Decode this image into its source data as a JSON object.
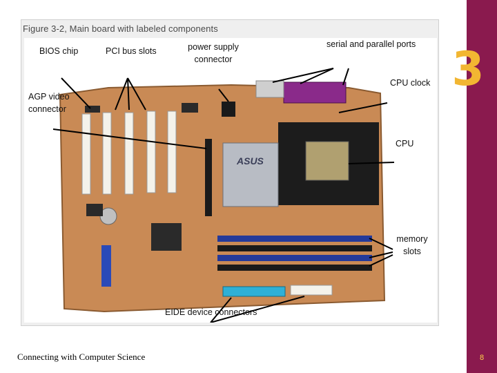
{
  "figure": {
    "title": "Figure 3-2, Main board with labeled components",
    "labels": {
      "bios_chip": "BIOS chip",
      "pci_bus_slots": "PCI bus slots",
      "power_supply_1": "power supply",
      "power_supply_2": "connector",
      "serial_parallel": "serial and parallel ports",
      "cpu_clock": "CPU clock",
      "agp_1": "AGP video",
      "agp_2": "connector",
      "cpu": "CPU",
      "memory_1": "memory",
      "memory_2": "slots",
      "eide": "EIDE device connectors"
    },
    "board_brand": "ASUS"
  },
  "footer": {
    "text": "Connecting with Computer Science"
  },
  "chapter": {
    "number": "3"
  },
  "page": {
    "number": "8"
  },
  "colors": {
    "sidebar": "#8a1a4e",
    "chapter_number": "#f2b632",
    "page_number": "#ffd44a",
    "pcb": "#c98a55",
    "memory_slot": "#243a9a",
    "ide_connector": "#2fb0d6"
  }
}
